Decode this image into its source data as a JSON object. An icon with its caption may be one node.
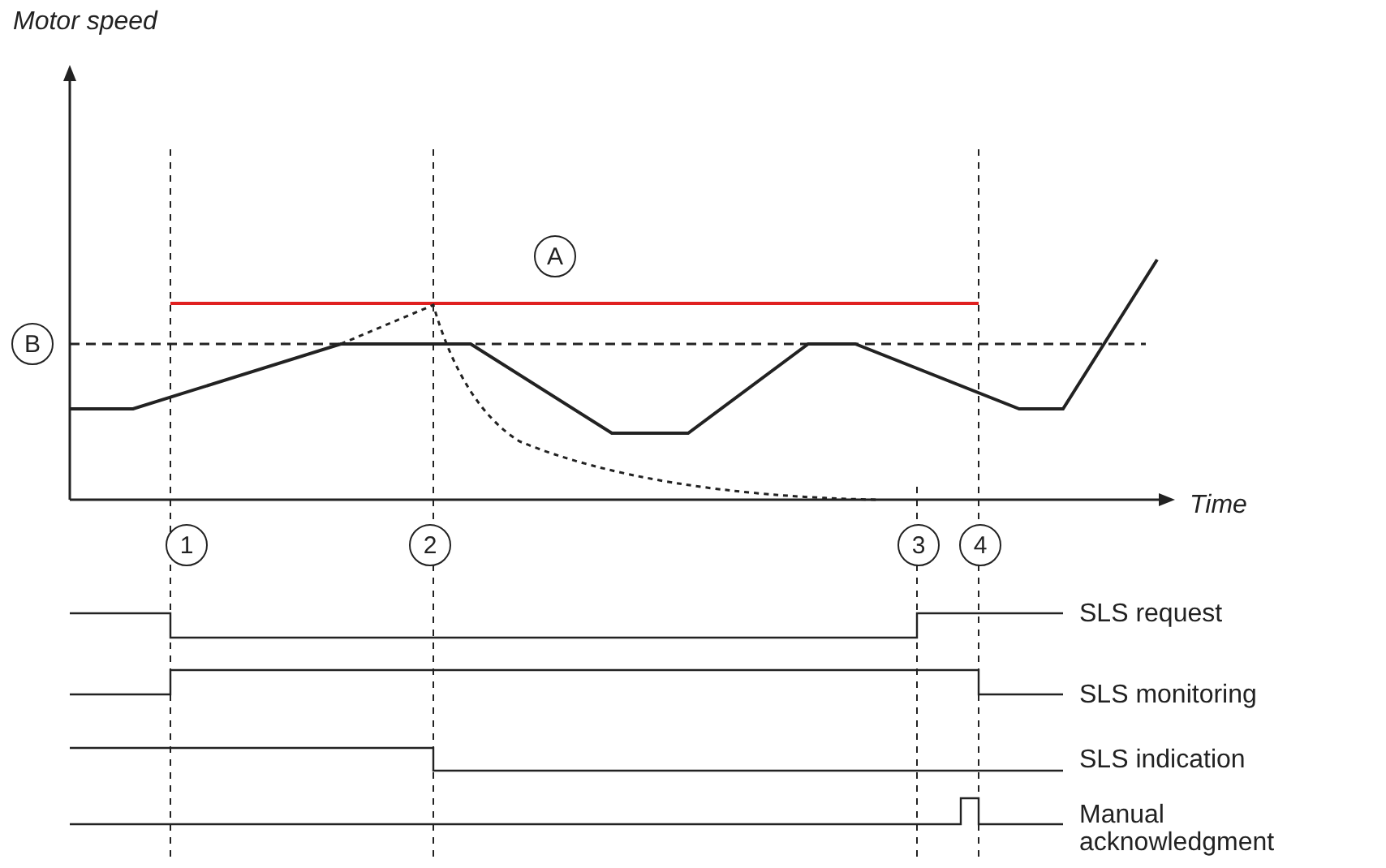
{
  "diagram": {
    "nodes": [
      {
        "text": [
          "A"
        ]
      },
      {
        "text": [
          "B"
        ]
      },
      {
        "text": [
          "1"
        ]
      },
      {
        "text": [
          "2"
        ]
      },
      {
        "text": [
          "3"
        ]
      },
      {
        "text": [
          "4"
        ]
      }
    ],
    "labels": [
      "Motor speed",
      "Time",
      "SLS request",
      "SLS monitoring",
      "SLS indication",
      "Manual acknowledgment"
    ]
  }
}
